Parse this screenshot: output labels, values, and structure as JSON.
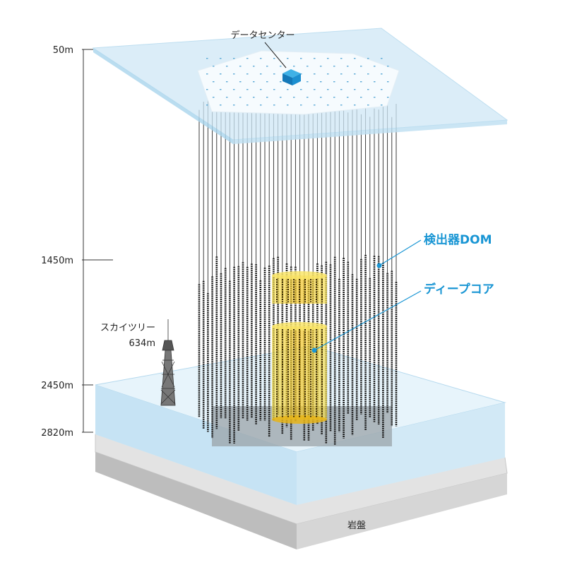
{
  "depth_markers": [
    {
      "label": "50m",
      "depth_m": 50
    },
    {
      "label": "1450m",
      "depth_m": 1450
    },
    {
      "label": "2450m",
      "depth_m": 2450
    },
    {
      "label": "2820m",
      "depth_m": 2820
    }
  ],
  "labels": {
    "data_center": "データセンター",
    "detector_dom": "検出器DOM",
    "deep_core": "ディープコア",
    "skytree_name": "スカイツリー",
    "skytree_height": "634m",
    "bedrock": "岩盤"
  },
  "colors": {
    "accent_blue": "#1a96d4",
    "ice_blue": "#cfe9f7",
    "core_yellow": "#f4d229",
    "string_dark": "#1e1e1e",
    "bedrock_gray": "#d2d2d2"
  },
  "icons": {
    "data_center": "blue-cube-icon",
    "skytree": "tower-icon"
  }
}
